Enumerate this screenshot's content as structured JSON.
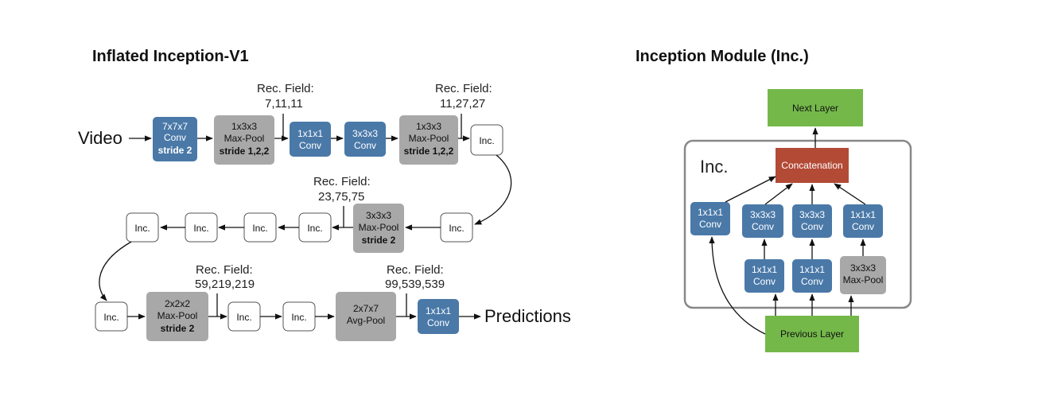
{
  "left": {
    "title": "Inflated Inception-V1",
    "input_label": "Video",
    "output_label": "Predictions",
    "rec_fields": [
      {
        "label": "Rec. Field:",
        "value": "7,11,11"
      },
      {
        "label": "Rec. Field:",
        "value": "11,27,27"
      },
      {
        "label": "Rec. Field:",
        "value": "23,75,75"
      },
      {
        "label": "Rec. Field:",
        "value": "59,219,219"
      },
      {
        "label": "Rec. Field:",
        "value": "99,539,539"
      }
    ],
    "blocks": [
      {
        "l1": "7x7x7",
        "l2": "Conv",
        "l3": "stride 2"
      },
      {
        "l1": "1x3x3",
        "l2": "Max-Pool",
        "l3": "stride 1,2,2"
      },
      {
        "l1": "1x1x1",
        "l2": "Conv",
        "l3": ""
      },
      {
        "l1": "3x3x3",
        "l2": "Conv",
        "l3": ""
      },
      {
        "l1": "1x3x3",
        "l2": "Max-Pool",
        "l3": "stride 1,2,2"
      },
      {
        "l1": "3x3x3",
        "l2": "Max-Pool",
        "l3": "stride 2"
      },
      {
        "l1": "2x2x2",
        "l2": "Max-Pool",
        "l3": "stride 2"
      },
      {
        "l1": "2x7x7",
        "l2": "Avg-Pool",
        "l3": ""
      },
      {
        "l1": "1x1x1",
        "l2": "Conv",
        "l3": ""
      }
    ],
    "inc_label": "Inc."
  },
  "right": {
    "title": "Inception Module (Inc.)",
    "module_label": "Inc.",
    "next_layer": "Next Layer",
    "concat": "Concatenation",
    "previous_layer": "Previous Layer",
    "branches_top": [
      {
        "l1": "1x1x1",
        "l2": "Conv"
      },
      {
        "l1": "3x3x3",
        "l2": "Conv"
      },
      {
        "l1": "3x3x3",
        "l2": "Conv"
      },
      {
        "l1": "1x1x1",
        "l2": "Conv"
      }
    ],
    "branches_bottom": [
      {
        "l1": "1x1x1",
        "l2": "Conv"
      },
      {
        "l1": "1x1x1",
        "l2": "Conv"
      },
      {
        "l1": "3x3x3",
        "l2": "Max-Pool"
      }
    ]
  },
  "colors": {
    "conv": "#4a79a8",
    "pool": "#a8a8a8",
    "concat": "#b34a36",
    "layer": "#74b84a",
    "inc_border": "#555555",
    "module_border": "#888888"
  }
}
